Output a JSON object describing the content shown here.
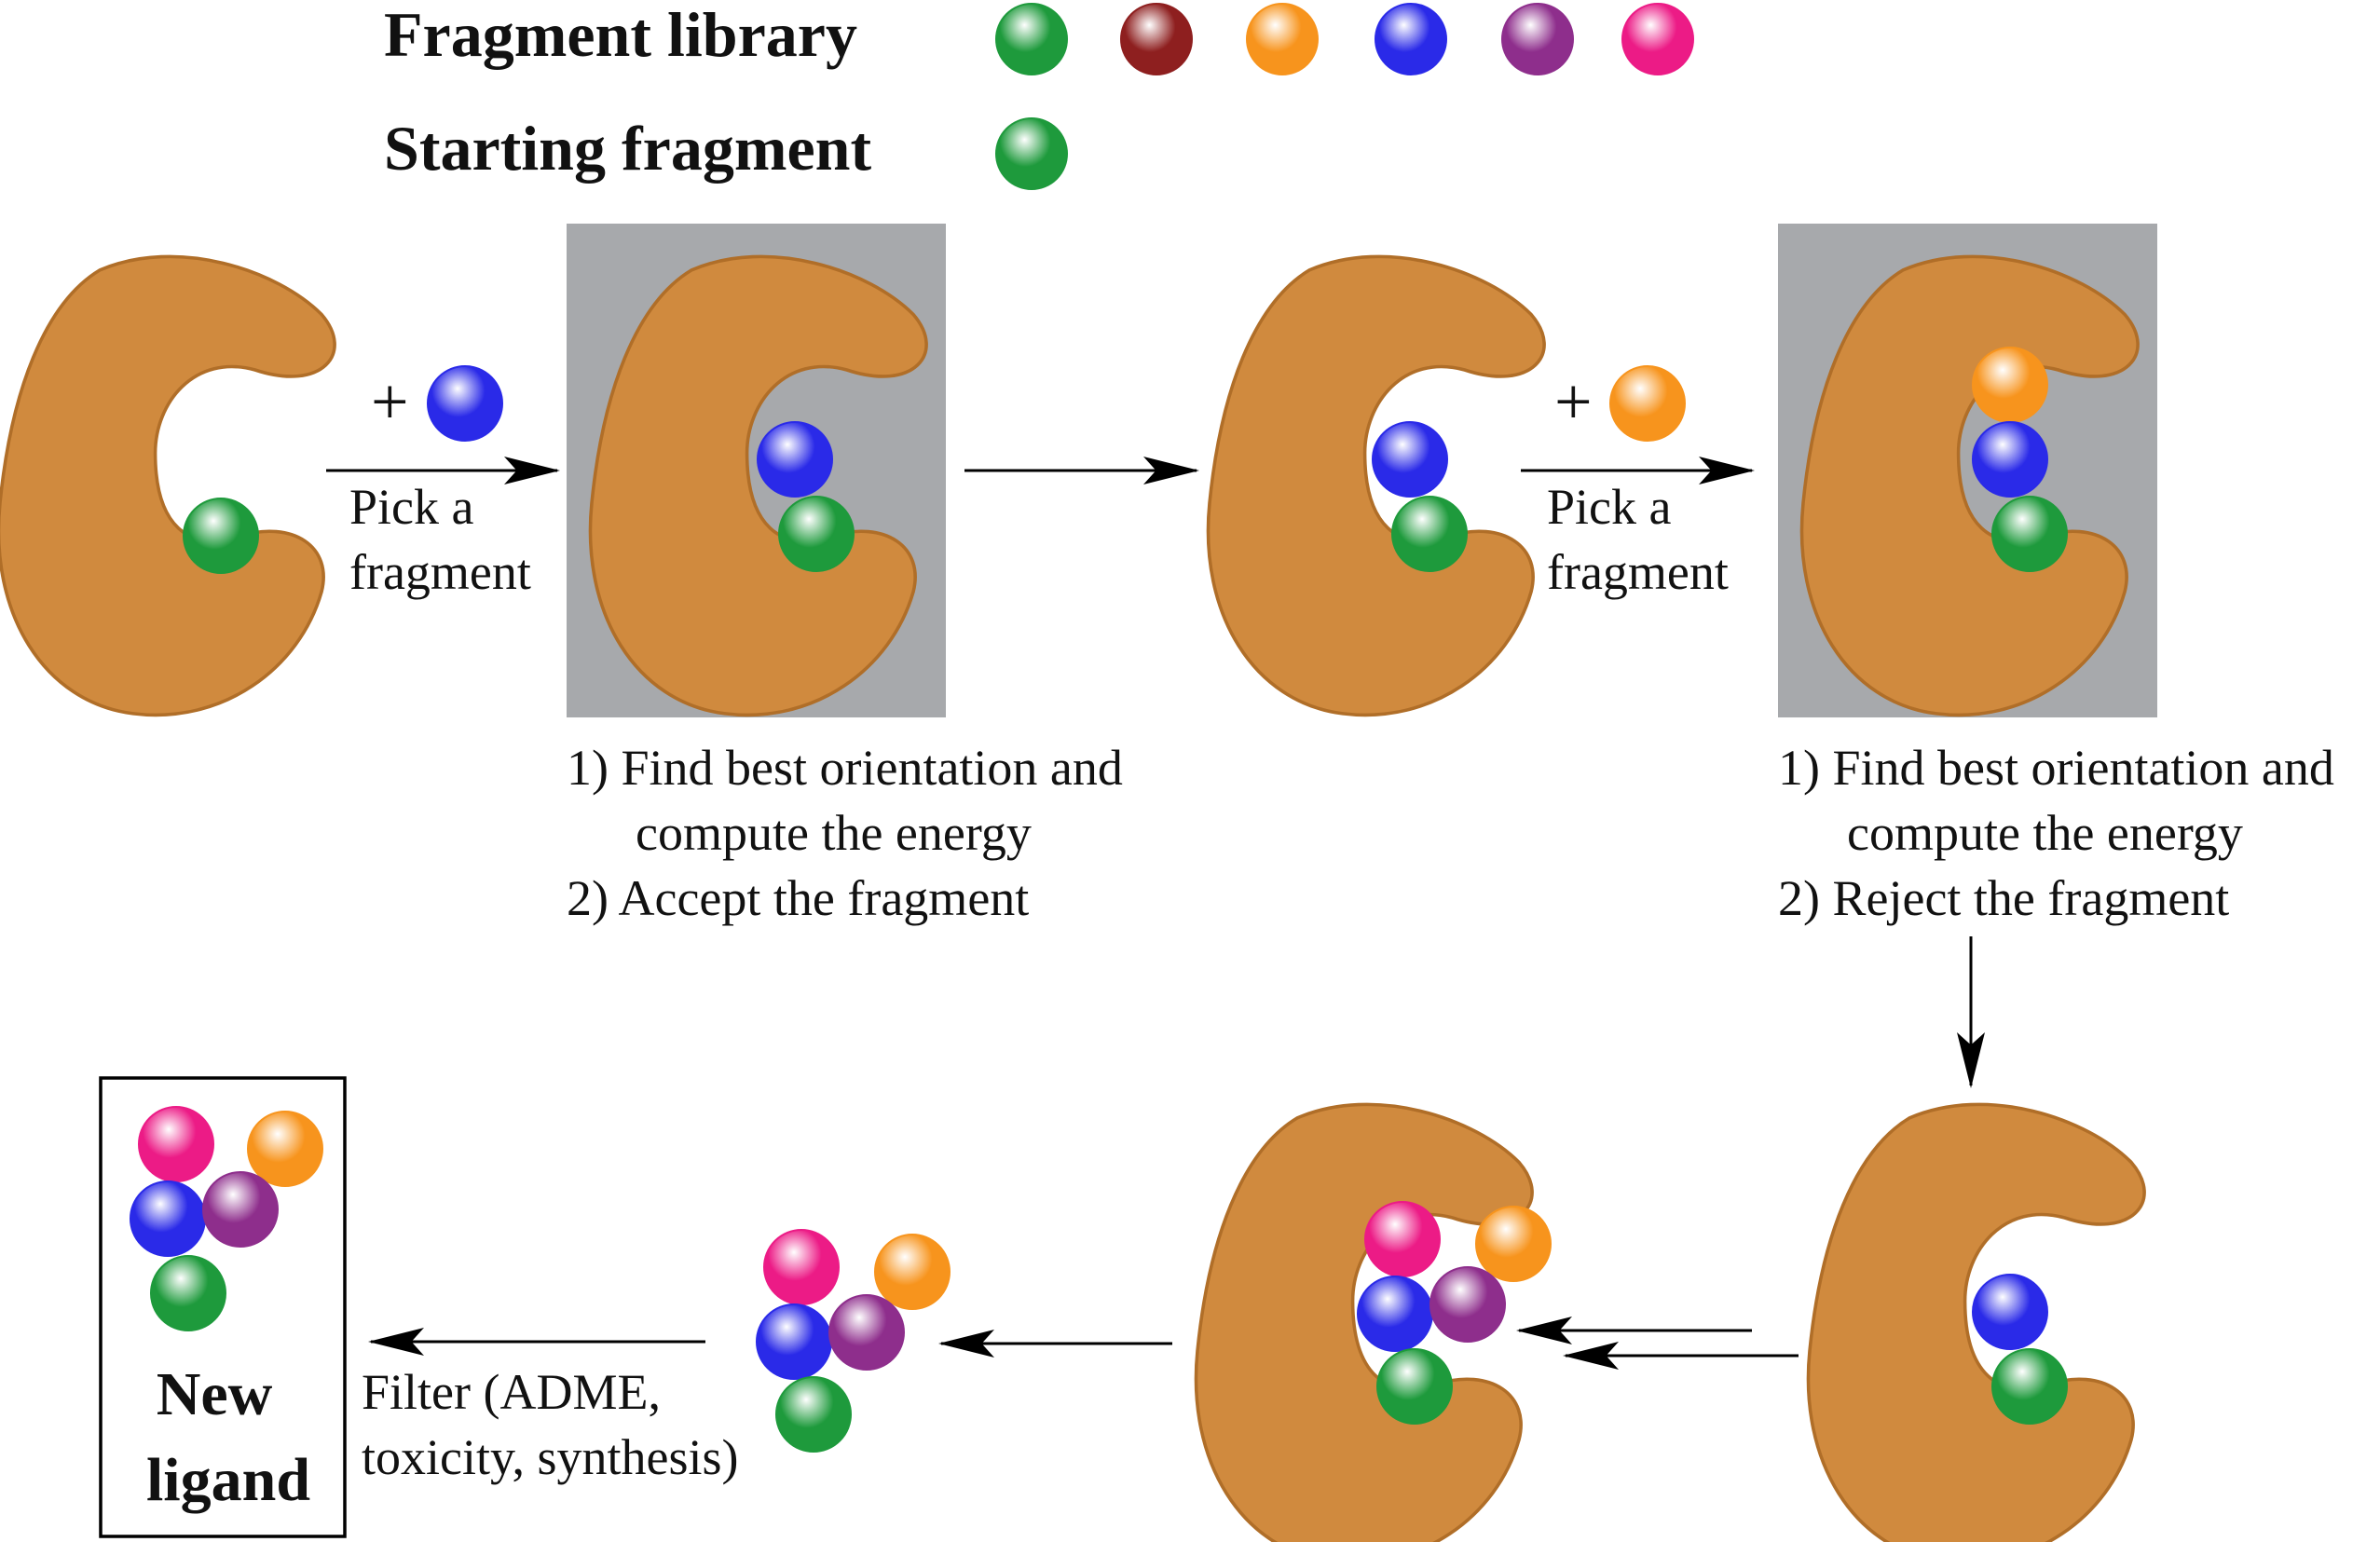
{
  "legend": {
    "library_label": "Fragment library",
    "starting_label": "Starting fragment"
  },
  "colors": {
    "protein": "#D08A3E",
    "protein_shadow": "#B06E28",
    "protein_highlight": "#E6A862",
    "gray_box": "#A7A9AC",
    "line": "#000000",
    "green": "#1E9A3C",
    "maroon": "#8E1F1F",
    "orange": "#F7941D",
    "blue": "#2A2AE8",
    "purple": "#8E2E8C",
    "pink": "#EC1B86"
  },
  "fragment_library": [
    "green",
    "maroon",
    "orange",
    "blue",
    "purple",
    "pink"
  ],
  "starting_fragment": "green",
  "steps": {
    "pick_1": {
      "plus": "+",
      "fragment": "blue",
      "label_line1": "Pick a",
      "label_line2": "fragment"
    },
    "pick_2": {
      "plus": "+",
      "fragment": "orange",
      "label_line1": "Pick a",
      "label_line2": "fragment"
    },
    "eval_accept": {
      "line1": "1) Find best orientation and",
      "line2": "compute the energy",
      "line3": "2) Accept the fragment"
    },
    "eval_reject": {
      "line1": "1) Find best orientation and",
      "line2": "compute the energy",
      "line3": "2) Reject the fragment"
    },
    "filter": {
      "line1": "Filter (ADME,",
      "line2": "toxicity, synthesis)"
    },
    "result": {
      "line1": "New",
      "line2": "ligand"
    }
  }
}
